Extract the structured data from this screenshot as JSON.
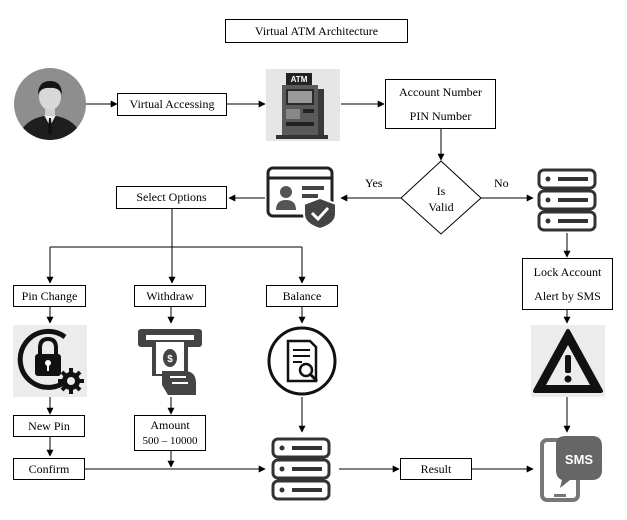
{
  "title": "Virtual ATM Architecture",
  "boxes": {
    "virtual_accessing": "Virtual Accessing",
    "account_number": "Account Number",
    "pin_number": "PIN Number",
    "decision_line1": "Is",
    "decision_line2": "Valid",
    "yes": "Yes",
    "no": "No",
    "select_options": "Select Options",
    "pin_change": "Pin Change",
    "withdraw": "Withdraw",
    "balance": "Balance",
    "new_pin": "New Pin",
    "amount": "Amount",
    "amount_range": "500 – 10000",
    "confirm": "Confirm",
    "result": "Result",
    "lock_account": "Lock Account",
    "alert_sms": "Alert by SMS"
  },
  "icons": {
    "atm_label": "ATM",
    "sms_label": "SMS"
  }
}
